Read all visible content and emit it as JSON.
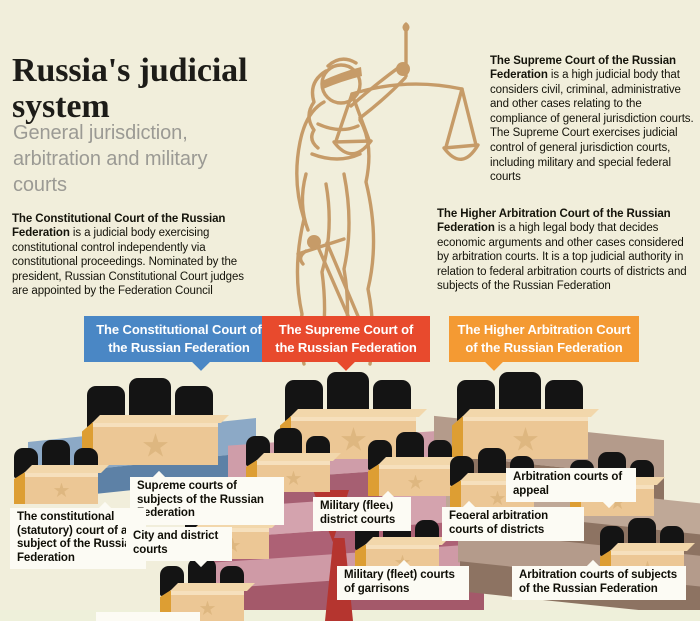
{
  "header": {
    "title": "Russia's judicial system",
    "subtitle": "General jurisdiction, arbitration and military courts"
  },
  "descriptions": {
    "constitutional": {
      "lead": "The Constitutional Court of the Russian Federation",
      "body": " is a judicial body exercising constitutional control independently via constitutional proceedings. Nominated by the president, Russian Constitutional Court judges are appointed by the Federation Council"
    },
    "supreme": {
      "lead": "The Supreme Court of the Russian Federation",
      "body": " is a high judicial body that considers civil, criminal, administrative and other cases relating to the compliance of general jurisdiction courts. The Supreme Court exercises judicial control of general jurisdiction courts, including military and special federal courts"
    },
    "higher_arbitration": {
      "lead": "The Higher Arbitration Court of the Russian Federation",
      "body": " is a high legal body that decides economic arguments and other cases considered by arbitration courts. It is a top judicial authority in relation to federal arbitration courts of districts and subjects of the Russian Federation"
    }
  },
  "banners": {
    "constitutional": {
      "label": "The Constitutional Court of the Russian Federation",
      "color": "#4a87c5"
    },
    "supreme": {
      "label": "The Supreme Court of the Russian Federation",
      "color": "#e84a2d"
    },
    "higher_arbitration": {
      "label": "The Higher Arbitration Court of the Russian Federation",
      "color": "#f49a33"
    }
  },
  "court_labels": {
    "supreme_subjects": "Supreme courts of subjects of the Russian Federation",
    "constitutional_statutory": "The constitutional (statutory) court of a subject of the Russian Federation",
    "city_district": "City and district courts",
    "military_district": "Military (fleet) district courts",
    "military_garrisons": "Military (fleet) courts of garrisons",
    "arbitration_appeal": "Arbitration courts of appeal",
    "federal_arbitration_districts": "Federal arbitration courts of districts",
    "arbitration_subjects": "Arbitration courts of subjects of the Russian Federation"
  },
  "colors": {
    "background": "#f1eedb",
    "statue_line": "#c69b68",
    "platform_blue_top": "#8ca9c6",
    "platform_blue_front": "#5d81a6",
    "platform_pink_top": "#cf9da9",
    "platform_pink_front": "#a65f72",
    "platform_taupe_top": "#b49b8b",
    "platform_taupe_front": "#8d7362",
    "desk_front": "#ecc795",
    "desk_side": "#dd9e33",
    "chair": "#141414",
    "red_wedge": "#b5352f"
  }
}
